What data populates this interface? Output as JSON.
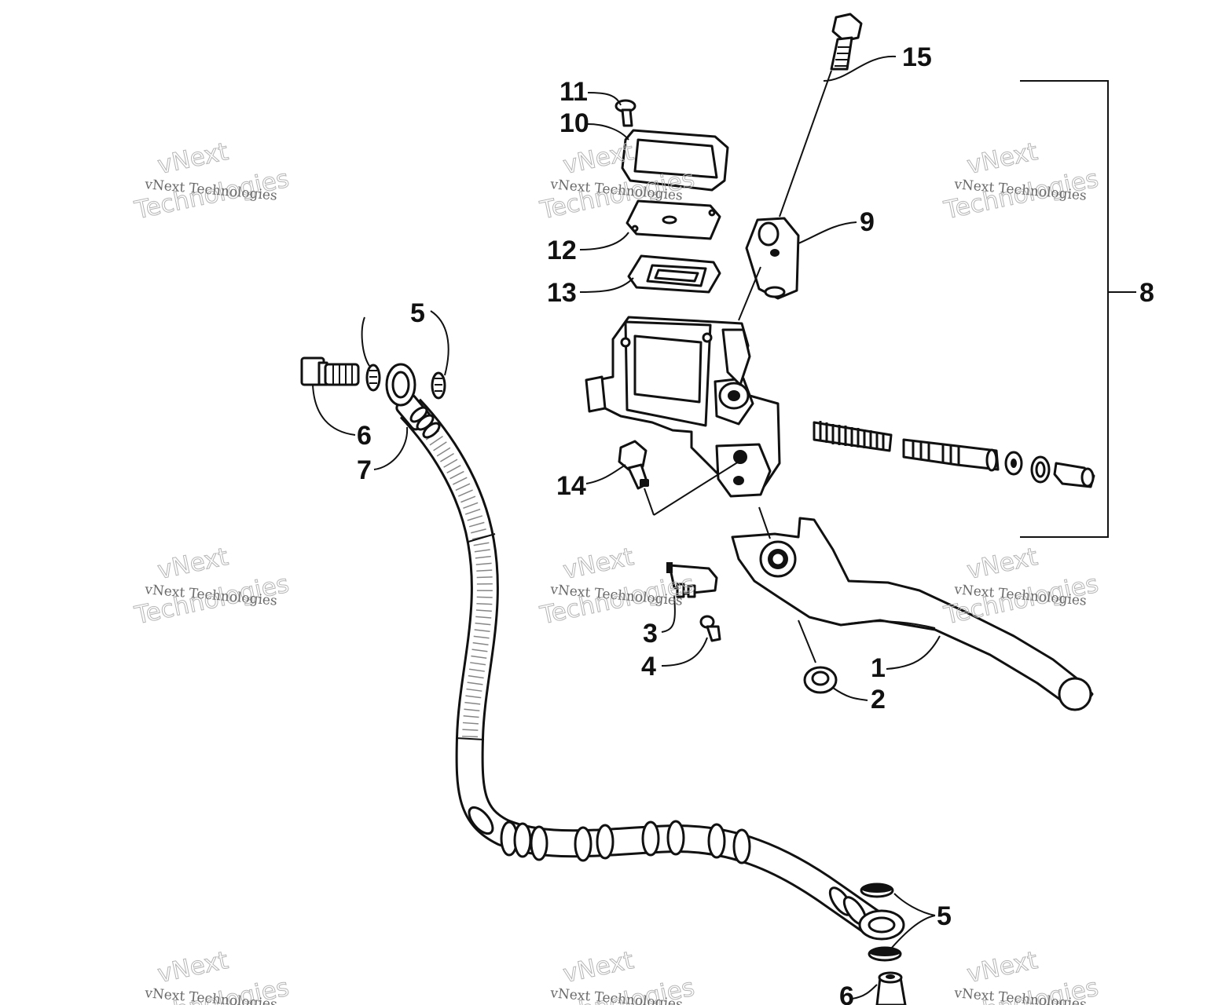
{
  "diagram": {
    "callouts": [
      {
        "id": "1",
        "label": "1"
      },
      {
        "id": "2",
        "label": "2"
      },
      {
        "id": "3",
        "label": "3"
      },
      {
        "id": "4",
        "label": "4"
      },
      {
        "id": "5a",
        "label": "5"
      },
      {
        "id": "5b",
        "label": "5"
      },
      {
        "id": "6a",
        "label": "6"
      },
      {
        "id": "6b",
        "label": "6"
      },
      {
        "id": "7",
        "label": "7"
      },
      {
        "id": "8",
        "label": "8"
      },
      {
        "id": "9",
        "label": "9"
      },
      {
        "id": "10",
        "label": "10"
      },
      {
        "id": "11",
        "label": "11"
      },
      {
        "id": "12",
        "label": "12"
      },
      {
        "id": "13",
        "label": "13"
      },
      {
        "id": "14",
        "label": "14"
      },
      {
        "id": "15",
        "label": "15"
      }
    ]
  },
  "watermark": {
    "logo_text": "vNext",
    "line1": "vNext Technologies",
    "line2": "Technologies"
  }
}
